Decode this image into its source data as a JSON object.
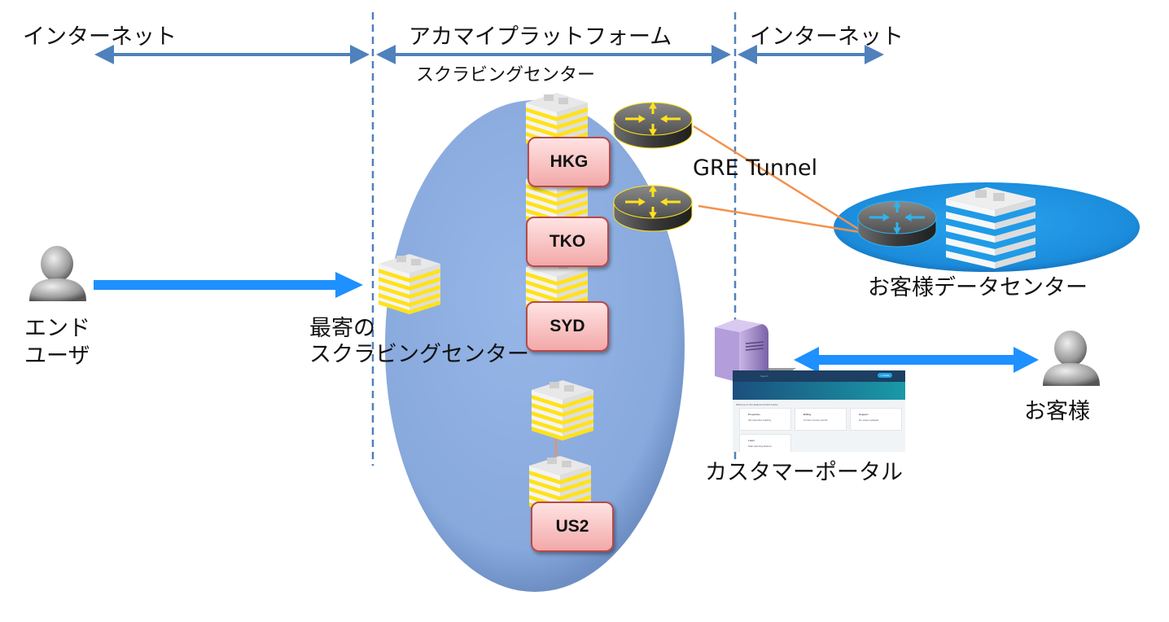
{
  "zones": {
    "left": "インターネット",
    "center": "アカマイプラットフォーム",
    "right": "インターネット",
    "center_sub": "スクラビングセンター"
  },
  "actors": {
    "end_user_line1": "エンド",
    "end_user_line2": "ユーザ",
    "customer": "お客様"
  },
  "labels": {
    "nearest_line1": "最寄の",
    "nearest_line2": "スクラビングセンター",
    "gre_tunnel": "GRE Tunnel",
    "customer_dc": "お客様データセンター",
    "customer_portal": "カスタマーポータル"
  },
  "scrubbing_centers": [
    {
      "code": "HKG"
    },
    {
      "code": "TKO"
    },
    {
      "code": "SYD"
    },
    {
      "code": "US2"
    }
  ],
  "portal": {
    "search": "Search",
    "welcome": "Welcome to the Akamai Control Center",
    "create_btn": "+ Create",
    "cards": [
      {
        "title": "Properties",
        "desc": "All properties loading"
      },
      {
        "title": "Billing",
        "desc": "Current invoice period"
      },
      {
        "title": "Support",
        "desc": "No cases updated"
      },
      {
        "title": "Learn",
        "desc": "Start learning Akamai"
      }
    ]
  },
  "colors": {
    "zone_arrow": "#4f81bd",
    "flow_arrow": "#1e90ff",
    "tunnel_line": "#f4914d",
    "platform_ellipse": "#8eaee0",
    "dc_ellipse": "#1e8fde"
  }
}
